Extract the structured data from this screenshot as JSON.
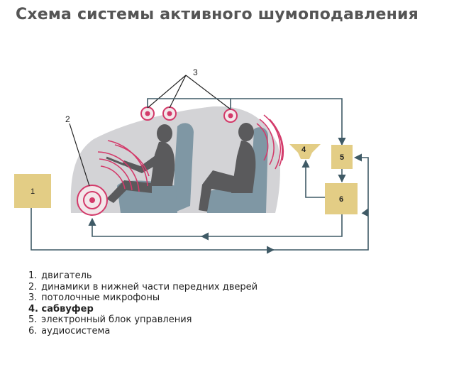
{
  "title": "Схема системы активного шумоподавления",
  "blocks": {
    "engine": "1",
    "speaker": "2",
    "mics": "3",
    "subwoofer": "4",
    "ecu": "5",
    "audio": "6"
  },
  "legend": [
    {
      "num": "1.",
      "text": "двигатель"
    },
    {
      "num": "2.",
      "text": "динамики в нижней части передних дверей"
    },
    {
      "num": "3.",
      "text": "потолочные микрофоны"
    },
    {
      "num": "4.",
      "text": "сабвуфер"
    },
    {
      "num": "5.",
      "text": "электронный блок управления"
    },
    {
      "num": "6.",
      "text": "аудиосистема"
    }
  ],
  "colors": {
    "block": "#e3cd85",
    "line": "#3f5a66",
    "car": "#d3d3d6",
    "seat": "#7f97a4",
    "person": "#5a5a5c",
    "wave": "#d33a6a"
  }
}
